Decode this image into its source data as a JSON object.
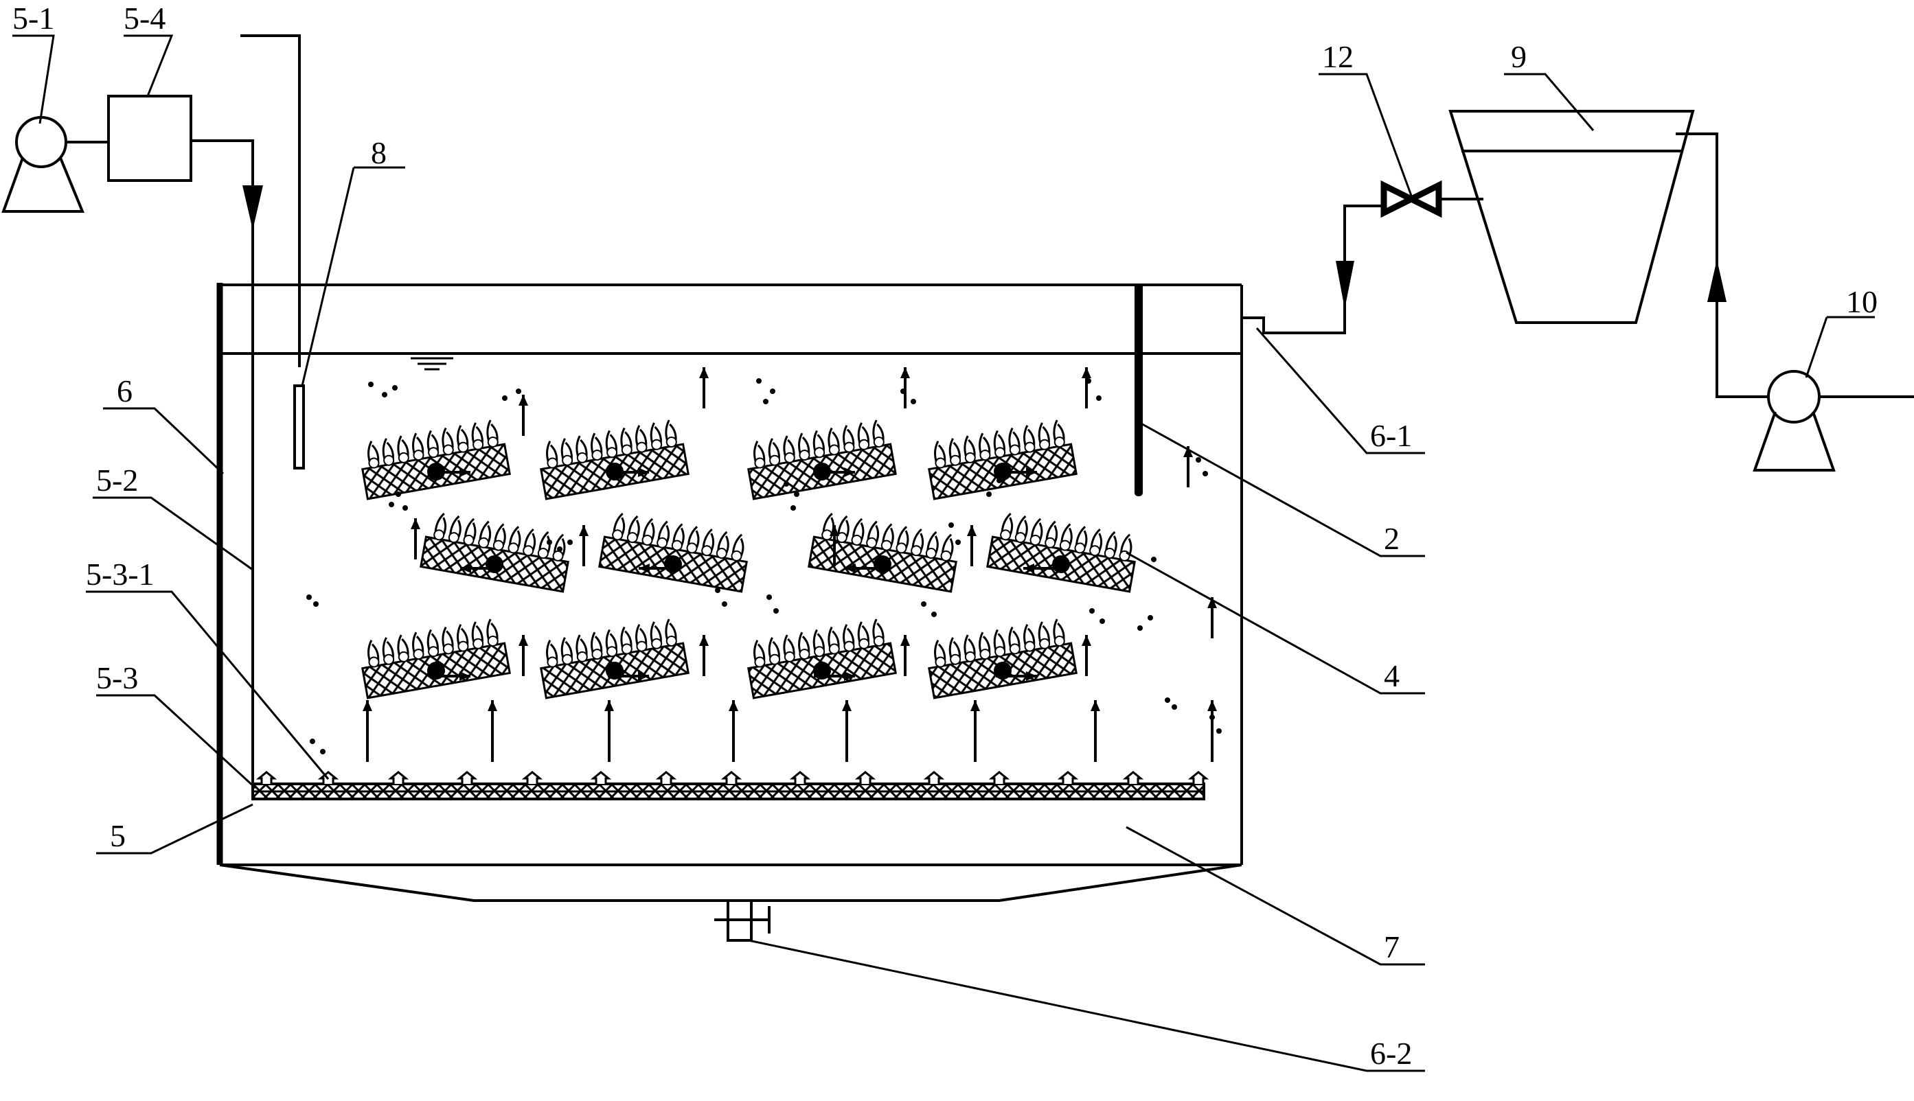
{
  "labels": {
    "pump_5_1": "5-1",
    "box_5_4": "5-4",
    "probe_8": "8",
    "wall_6": "6",
    "pipe_5_2": "5-2",
    "diffuser_5_3_1": "5-3-1",
    "tube_5_3": "5-3",
    "aerator_5": "5",
    "valve_12": "12",
    "tank_9": "9",
    "pump_10": "10",
    "outlet_6_1": "6-1",
    "baffle_2": "2",
    "carrier_4": "4",
    "sludge_7": "7",
    "drain_6_2": "6-2"
  },
  "colors": {
    "line": "#000000",
    "background": "#ffffff"
  }
}
